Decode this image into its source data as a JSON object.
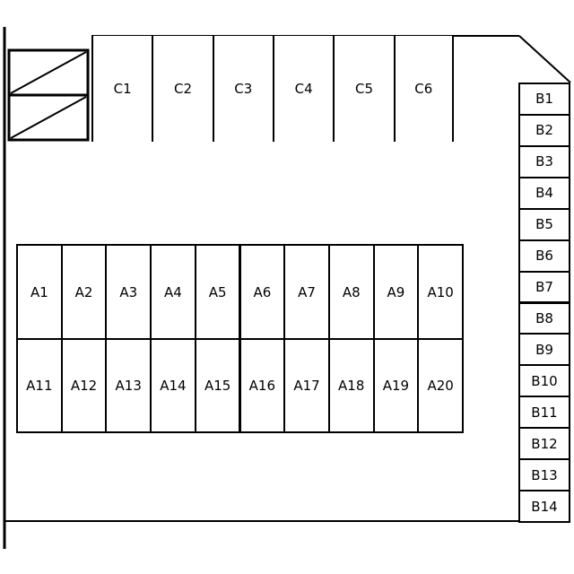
{
  "lot": {
    "c_row": [
      "C1",
      "C2",
      "C3",
      "C4",
      "C5",
      "C6"
    ],
    "a_row_top": [
      "A1",
      "A2",
      "A3",
      "A4",
      "A5",
      "A6",
      "A7",
      "A8",
      "A9",
      "A10"
    ],
    "a_row_bottom": [
      "A11",
      "A12",
      "A13",
      "A14",
      "A15",
      "A16",
      "A17",
      "A18",
      "A19",
      "A20"
    ],
    "b_column": [
      "B1",
      "B2",
      "B3",
      "B4",
      "B5",
      "B6",
      "B7",
      "B8",
      "B9",
      "B10",
      "B11",
      "B12",
      "B13",
      "B14"
    ],
    "blocked_spaces": 2
  }
}
